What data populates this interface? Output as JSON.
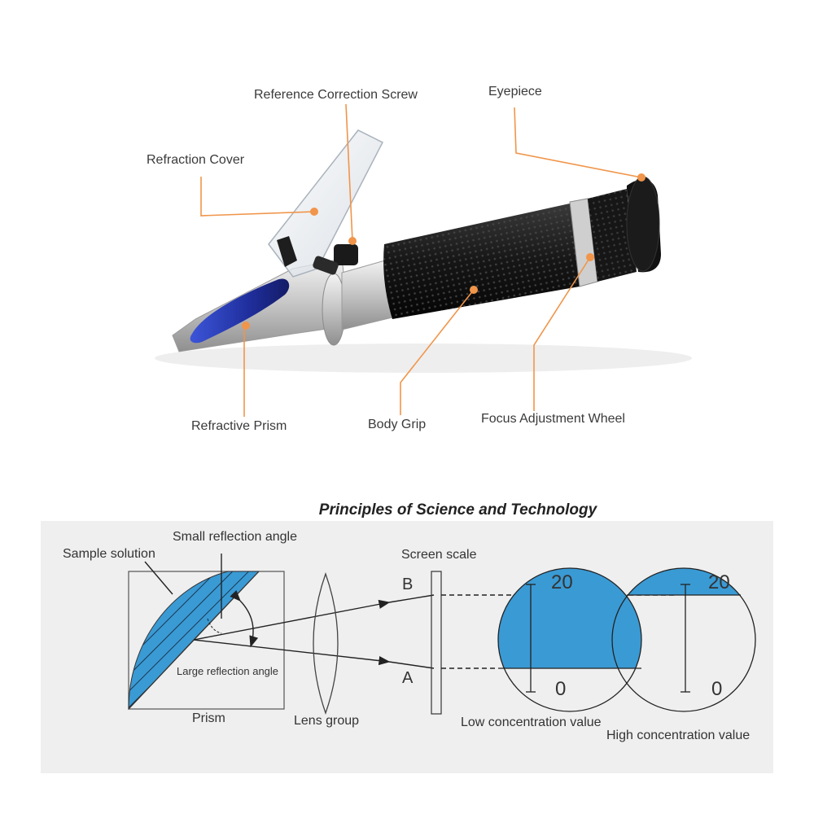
{
  "callouts": {
    "reference_correction_screw": "Reference Correction Screw",
    "eyepiece": "Eyepiece",
    "refraction_cover": "Refraction Cover",
    "refractive_prism": "Refractive Prism",
    "body_grip": "Body Grip",
    "focus_adjustment_wheel": "Focus Adjustment Wheel"
  },
  "principles": {
    "title": "Principles of Science and Technology",
    "small_reflection_angle": "Small reflection angle",
    "sample_solution": "Sample solution",
    "large_reflection_angle": "Large reflection angle",
    "prism": "Prism",
    "lens_group": "Lens group",
    "screen_scale": "Screen scale",
    "point_b": "B",
    "point_a": "A",
    "low_concentration_value": "Low concentration value",
    "high_concentration_value": "High concentration value",
    "scale_max_low": "20",
    "scale_min_low": "0",
    "scale_max_high": "20",
    "scale_min_high": "0"
  },
  "colors": {
    "callout_orange": "#f0954a",
    "solution_blue": "#3a9ad4",
    "panel_bg": "#efefef",
    "body_black": "#1a1a1a",
    "metal_silver": "#d8d8d8",
    "prism_blue": "#2c3fb0"
  }
}
